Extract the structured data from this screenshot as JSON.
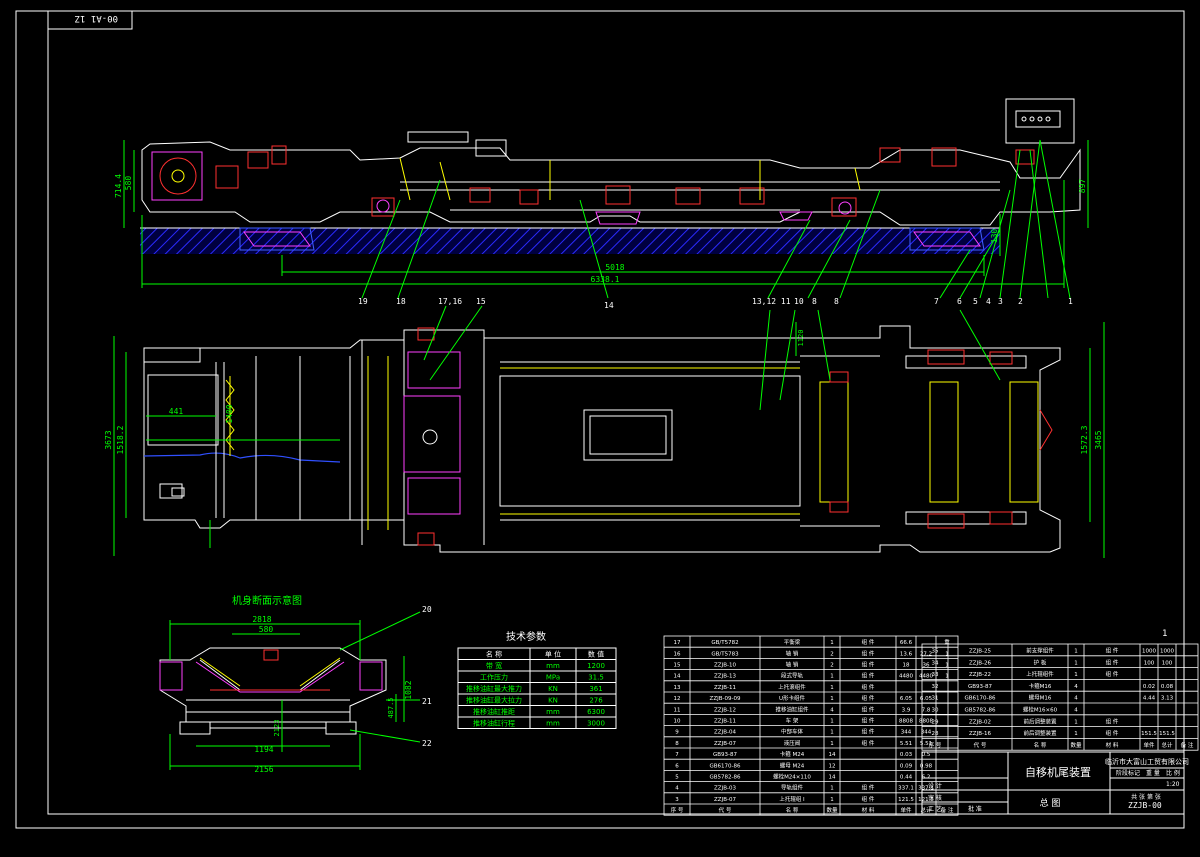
{
  "sheet": {
    "corner_code": "00-A1 1Z",
    "sheet_number": "1"
  },
  "colors": {
    "background": "#000000",
    "frame": "#ffffff",
    "structure": "#ffffff",
    "dimension": "#00ff00",
    "parts_red": "#ff3030",
    "parts_magenta": "#ff40ff",
    "parts_yellow": "#ffff00",
    "hatch": "#2a2aff",
    "cyan": "#00ffff"
  },
  "side_view": {
    "dimensions": {
      "left_height": "714.4",
      "left_inner": "580",
      "right_height": "897",
      "right_lower": "130",
      "inner_length": "5018",
      "overall_length": "6338.1"
    },
    "callouts": [
      "19",
      "18",
      "14",
      "13,12 11",
      "10",
      "8",
      "7",
      "6",
      "5",
      "4",
      "3",
      "2",
      "1"
    ]
  },
  "plan_view": {
    "dimensions": {
      "left_outer": "3673",
      "left_inner": "1518.2",
      "width_a": "441",
      "width_b": "1400",
      "right_inner": "1572.3",
      "right_outer": "3465",
      "small_right": "1120"
    },
    "callouts": [
      "17,16",
      "15"
    ]
  },
  "section_view": {
    "title": "机身断面示意图",
    "dimensions": {
      "top_outer": "2818",
      "top_inner": "580",
      "right_height": "1082",
      "right_inner": "487.5",
      "mid_height": "2123",
      "bottom_inner": "1194",
      "bottom_outer": "2156"
    },
    "callouts": [
      "20",
      "21",
      "22"
    ]
  },
  "tech_params": {
    "title": "技术参数",
    "headers": [
      "名 称",
      "单 位",
      "数 值"
    ],
    "rows": [
      [
        "带 宽",
        "mm",
        "1200"
      ],
      [
        "工作压力",
        "MPa",
        "31.5"
      ],
      [
        "推移油缸最大推力",
        "KN",
        "361"
      ],
      [
        "推移油缸最大拉力",
        "KN",
        "276"
      ],
      [
        "推移油缸推距",
        "mm",
        "6300"
      ],
      [
        "推移油缸行程",
        "mm",
        "3000"
      ]
    ]
  },
  "bom_left": {
    "rows": [
      [
        "17",
        "GB/T5782",
        "平衡梁",
        "1",
        "组 件",
        "66.6",
        "",
        "重"
      ],
      [
        "16",
        "GB/T5783",
        "轴 销",
        "2",
        "组 件",
        "13.6",
        "27.2",
        "1"
      ],
      [
        "15",
        "ZZJB-10",
        "轴 销",
        "2",
        "组 件",
        "18",
        "36",
        "1"
      ],
      [
        "14",
        "ZZJB-13",
        "段式导轨",
        "1",
        "组 件",
        "4480",
        "4480",
        "1"
      ],
      [
        "13",
        "ZZJB-11",
        "上托滚组件",
        "1",
        "组 件",
        "",
        "",
        ""
      ],
      [
        "12",
        "ZZJB-09-09",
        "U形卡组件",
        "1",
        "组 件",
        "6.05",
        "6.05",
        ""
      ],
      [
        "11",
        "ZZJB-12",
        "推移油缸组件",
        "4",
        "组 件",
        "3.9",
        "7.8",
        ""
      ],
      [
        "10",
        "ZZJB-11",
        "车 架",
        "1",
        "组 件",
        "8808",
        "8808",
        ""
      ],
      [
        "9",
        "ZZJB-04",
        "中部车体",
        "1",
        "组 件",
        "344",
        "344",
        ""
      ],
      [
        "8",
        "ZZJB-07",
        "液压阀",
        "1",
        "组 件",
        "5.51",
        "5.51",
        ""
      ],
      [
        "7",
        "GB93-87",
        "卡箍 M24",
        "14",
        "",
        "0.03",
        "0.5",
        ""
      ],
      [
        "6",
        "GB6170-86",
        "螺母 M24",
        "12",
        "",
        "0.09",
        "0.98",
        ""
      ],
      [
        "5",
        "GB5782-86",
        "螺栓M24×110",
        "14",
        "",
        "0.44",
        "6.2",
        ""
      ],
      [
        "4",
        "ZZJB-03",
        "导轨组件",
        "1",
        "组 件",
        "337.1",
        "337.1",
        ""
      ],
      [
        "3",
        "ZZJB-07",
        "上托辊组 I",
        "1",
        "组 件",
        "121.5",
        "121.5",
        ""
      ]
    ],
    "header": [
      "序 号",
      "代 号",
      "名 称",
      "数量",
      "材 料",
      "单件",
      "总计",
      "备 注"
    ]
  },
  "bom_right": {
    "rows": [
      [
        "35",
        "ZZJB-25",
        "前支撑组件",
        "1",
        "组 件",
        "1000",
        "1000",
        ""
      ],
      [
        "34",
        "ZZJB-26",
        "护 板",
        "1",
        "组 件",
        "100",
        "100",
        ""
      ],
      [
        "33",
        "ZZJB-22",
        "上托辊组件",
        "1",
        "组 件",
        "",
        "",
        ""
      ],
      [
        "32",
        "GB93-87",
        "卡箍M16",
        "4",
        "",
        "0.02",
        "0.08",
        ""
      ],
      [
        "31",
        "GB6170-86",
        "螺母M16",
        "4",
        "",
        "4.44",
        "3.13",
        ""
      ],
      [
        "30",
        "GB5782-86",
        "螺栓M16×60",
        "4",
        "",
        "",
        "",
        ""
      ],
      [
        "29",
        "ZZJB-02",
        "前后调整装置",
        "1",
        "组 件",
        "",
        "",
        ""
      ],
      [
        "28",
        "ZZJB-16",
        "前后调整装置",
        "1",
        "组 件",
        "151.5",
        "151.5",
        ""
      ]
    ],
    "header": [
      "序 号",
      "代 号",
      "名 称",
      "数量",
      "材 料",
      "单件",
      "总计",
      "备 注"
    ]
  },
  "title_block": {
    "drawing_name": "自移机尾装置",
    "view_name": "总 图",
    "drawing_number": "ZZJB-00",
    "company": "临沂市大富山工贸有限公司",
    "scale_label": "比 例",
    "scale_value": "1:20",
    "stage_label": "阶段标记",
    "weight_label": "重 量",
    "sheet_label": "共 张 第 张",
    "designer": "设 计",
    "checker": "审 核",
    "approval": "批 准",
    "process": "工 艺"
  }
}
